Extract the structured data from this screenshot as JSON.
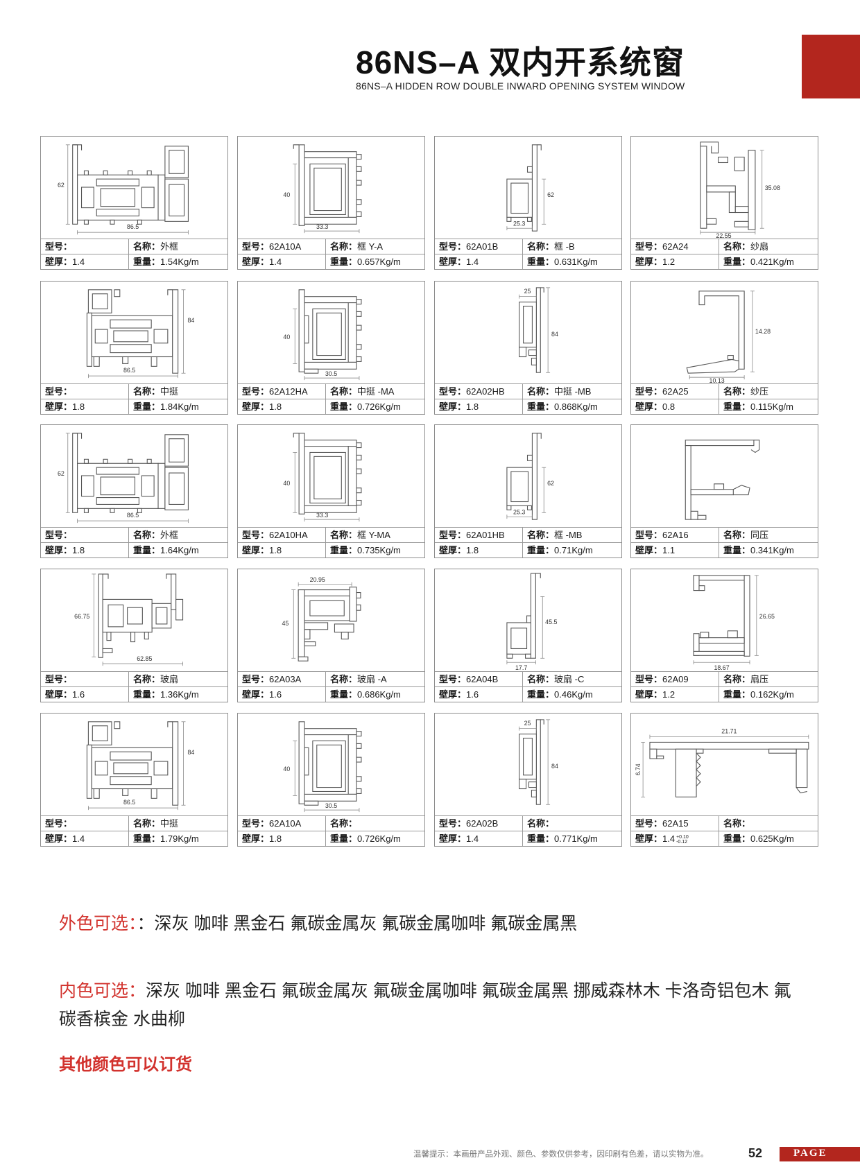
{
  "header": {
    "title": "86NS–A 双内开系统窗",
    "subtitle": "86NS–A HIDDEN ROW DOUBLE INWARD OPENING SYSTEM WINDOW"
  },
  "labels": {
    "model": "型号：",
    "name": "名称：",
    "wall": "壁厚：",
    "weight": "重量："
  },
  "profiles": [
    {
      "model": "",
      "name": "外框",
      "wall": "1.4",
      "weight": "1.54Kg/m",
      "dims": [
        "62",
        "86.5"
      ]
    },
    {
      "model": "62A10A",
      "name": "框 Y-A",
      "wall": "1.4",
      "weight": "0.657Kg/m",
      "dims": [
        "40",
        "33.3"
      ]
    },
    {
      "model": "62A01B",
      "name": "框 -B",
      "wall": "1.4",
      "weight": "0.631Kg/m",
      "dims": [
        "62",
        "25.3"
      ]
    },
    {
      "model": "62A24",
      "name": "纱扇",
      "wall": "1.2",
      "weight": "0.421Kg/m",
      "dims": [
        "35.08",
        "22.55"
      ]
    },
    {
      "model": "",
      "name": "中挺",
      "wall": "1.8",
      "weight": "1.84Kg/m",
      "dims": [
        "84",
        "86.5"
      ]
    },
    {
      "model": "62A12HA",
      "name": "中挺 -MA",
      "wall": "1.8",
      "weight": "0.726Kg/m",
      "dims": [
        "40",
        "30.5"
      ]
    },
    {
      "model": "62A02HB",
      "name": "中挺 -MB",
      "wall": "1.8",
      "weight": "0.868Kg/m",
      "dims": [
        "25",
        "84"
      ]
    },
    {
      "model": "62A25",
      "name": "纱压",
      "wall": "0.8",
      "weight": "0.115Kg/m",
      "dims": [
        "14.28",
        "10.13"
      ]
    },
    {
      "model": "",
      "name": "外框",
      "wall": "1.8",
      "weight": "1.64Kg/m",
      "dims": [
        "62",
        "86.5"
      ]
    },
    {
      "model": "62A10HA",
      "name": "框 Y-MA",
      "wall": "1.8",
      "weight": "0.735Kg/m",
      "dims": [
        "40",
        "33.3"
      ]
    },
    {
      "model": "62A01HB",
      "name": "框 -MB",
      "wall": "1.8",
      "weight": "0.71Kg/m",
      "dims": [
        "62",
        "25.3"
      ]
    },
    {
      "model": "62A16",
      "name": "同压",
      "wall": "1.1",
      "weight": "0.341Kg/m",
      "dims": []
    },
    {
      "model": "",
      "name": "玻扇",
      "wall": "1.6",
      "weight": "1.36Kg/m",
      "dims": [
        "66.75",
        "62.85"
      ]
    },
    {
      "model": "62A03A",
      "name": "玻扇 -A",
      "wall": "1.6",
      "weight": "0.686Kg/m",
      "dims": [
        "20.95",
        "45"
      ]
    },
    {
      "model": "62A04B",
      "name": "玻扇 -C",
      "wall": "1.6",
      "weight": "0.46Kg/m",
      "dims": [
        "45.5",
        "17.7"
      ]
    },
    {
      "model": "62A09",
      "name": "扇压",
      "wall": "1.2",
      "weight": "0.162Kg/m",
      "dims": [
        "26.65",
        "18.67"
      ]
    },
    {
      "model": "",
      "name": "中挺",
      "wall": "1.4",
      "weight": "1.79Kg/m",
      "dims": [
        "84",
        "86.5"
      ]
    },
    {
      "model": "62A10A",
      "name": "",
      "wall": "1.8",
      "weight": "0.726Kg/m",
      "dims": [
        "40",
        "30.5"
      ]
    },
    {
      "model": "62A02B",
      "name": "",
      "wall": "1.4",
      "weight": "0.771Kg/m",
      "dims": [
        "25",
        "84"
      ]
    },
    {
      "model": "62A15",
      "name": "",
      "wall": "1.4",
      "wall_tol": [
        "+0.10",
        "-0.12"
      ],
      "weight": "0.625Kg/m",
      "dims": [
        "21.71",
        "6.74"
      ]
    }
  ],
  "color_options": {
    "exterior": {
      "label": "外色可选：",
      "values": "：深灰 咖啡 黑金石 氟碳金属灰 氟碳金属咖啡 氟碳金属黑"
    },
    "interior": {
      "label": "内色可选：",
      "values": "深灰 咖啡 黑金石 氟碳金属灰 氟碳金属咖啡 氟碳金属黑 挪威森林木 卡洛奇铝包木 氟碳香槟金 水曲柳"
    },
    "custom_note": "其他颜色可以订货"
  },
  "footer": {
    "disclaimer": "温馨提示：本画册产品外观、颜色、参数仅供参考，因印刷有色差，请以实物为准。",
    "page_number": "52",
    "page_label": "PAGE"
  },
  "theme": {
    "accent": "#b3261e",
    "option_label": "#d2322d"
  }
}
